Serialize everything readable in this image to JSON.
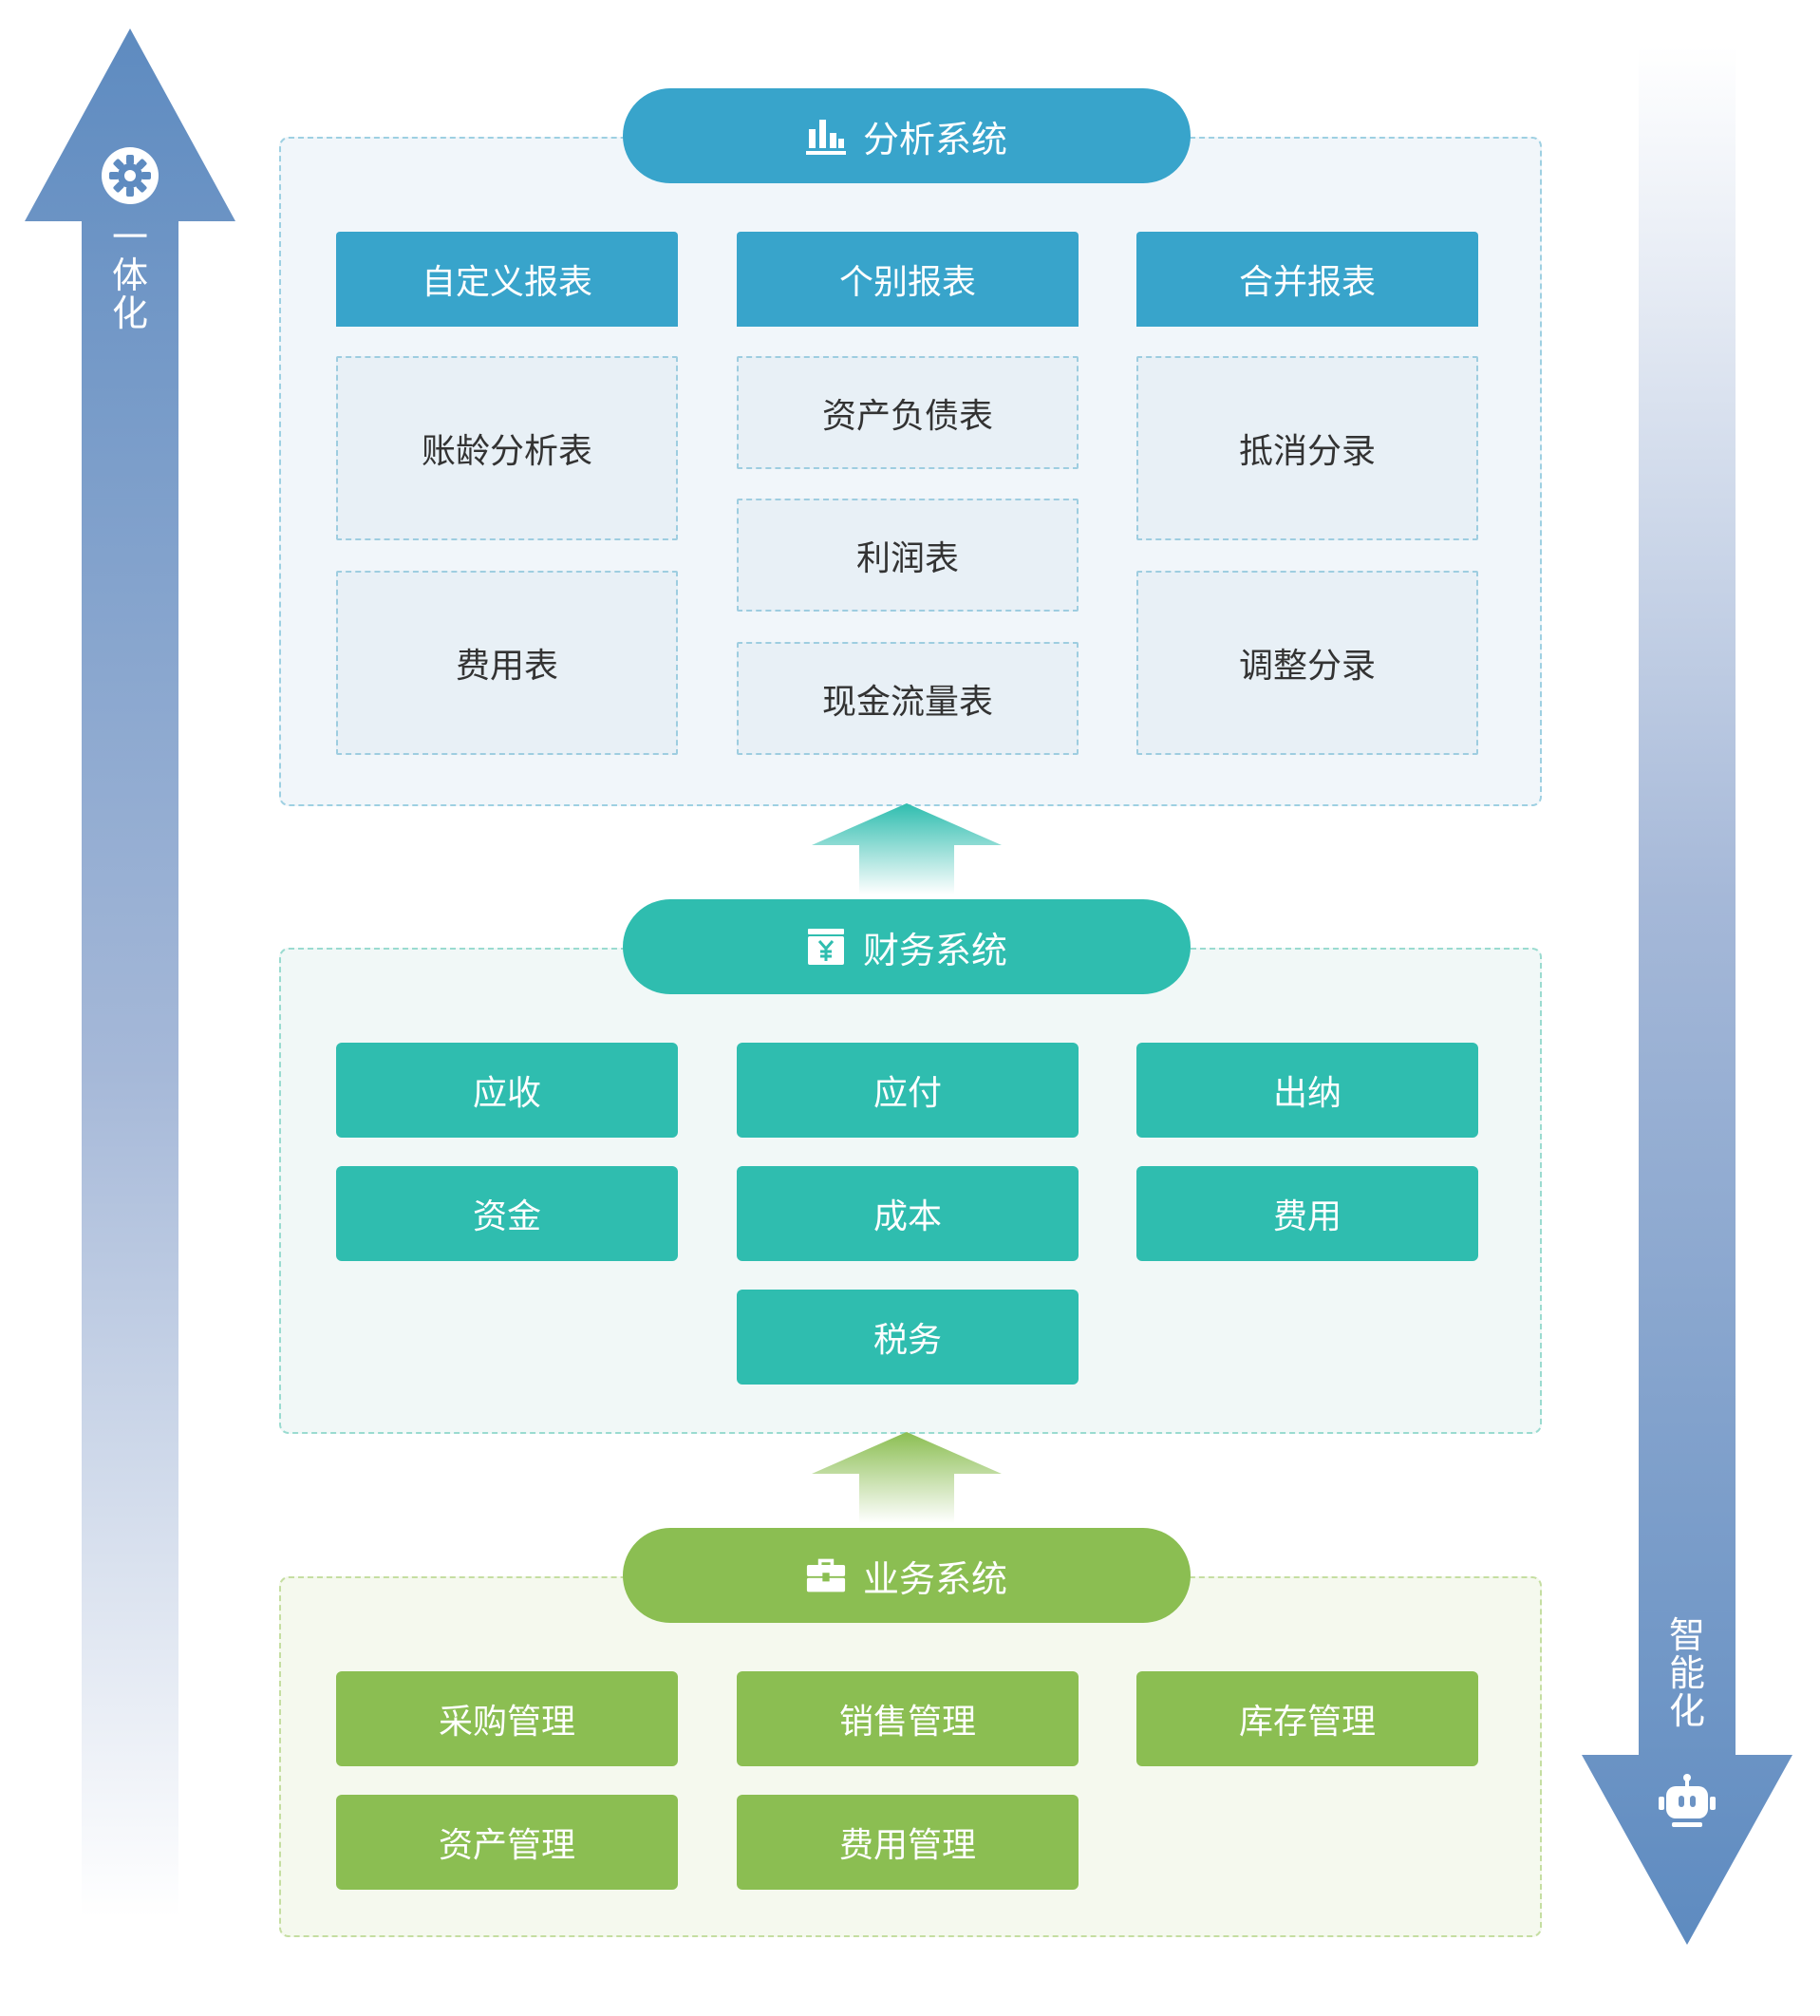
{
  "left_arrow": {
    "label_chars": [
      "一",
      "体",
      "化"
    ],
    "icon": "gear-icon",
    "color": "#5e8bc0"
  },
  "right_arrow": {
    "label_chars": [
      "智",
      "能",
      "化"
    ],
    "icon": "robot-icon",
    "color": "#5e8bc0"
  },
  "analysis": {
    "title": "分析系统",
    "icon": "bar-chart-icon",
    "color": "#38a4cb",
    "headers": [
      "自定义报表",
      "个别报表",
      "合并报表"
    ],
    "col1": [
      "账龄分析表",
      "费用表"
    ],
    "col2": [
      "资产负债表",
      "利润表",
      "现金流量表"
    ],
    "col3": [
      "抵消分录",
      "调整分录"
    ]
  },
  "finance": {
    "title": "财务系统",
    "icon": "yen-box-icon",
    "color": "#2fbdaf",
    "items": [
      "应收",
      "应付",
      "出纳",
      "资金",
      "成本",
      "费用",
      "税务"
    ]
  },
  "business": {
    "title": "业务系统",
    "icon": "briefcase-icon",
    "color": "#8bbe52",
    "items": [
      "采购管理",
      "销售管理",
      "库存管理",
      "资产管理",
      "费用管理"
    ]
  }
}
